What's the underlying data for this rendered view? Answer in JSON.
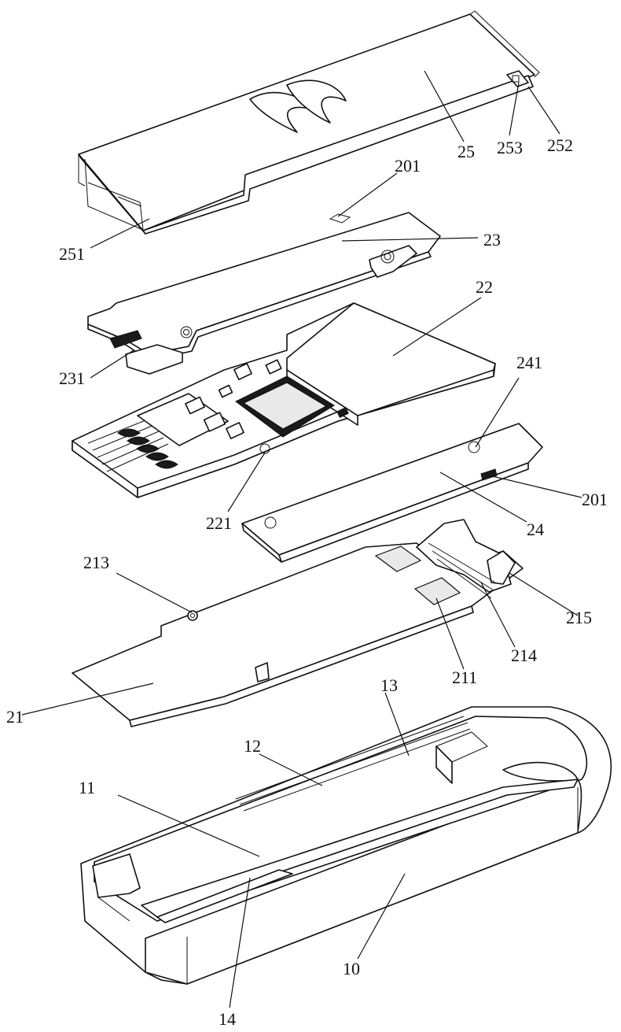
{
  "labels": {
    "l25": "25",
    "l253": "253",
    "l252": "252",
    "l201a": "201",
    "l251": "251",
    "l23": "23",
    "l22": "22",
    "l231": "231",
    "l241": "241",
    "l201b": "201",
    "l221": "221",
    "l24": "24",
    "l213": "213",
    "l215": "215",
    "l214": "214",
    "l211": "211",
    "l21": "21",
    "l13": "13",
    "l12": "12",
    "l11": "11",
    "l10": "10",
    "l14": "14"
  }
}
